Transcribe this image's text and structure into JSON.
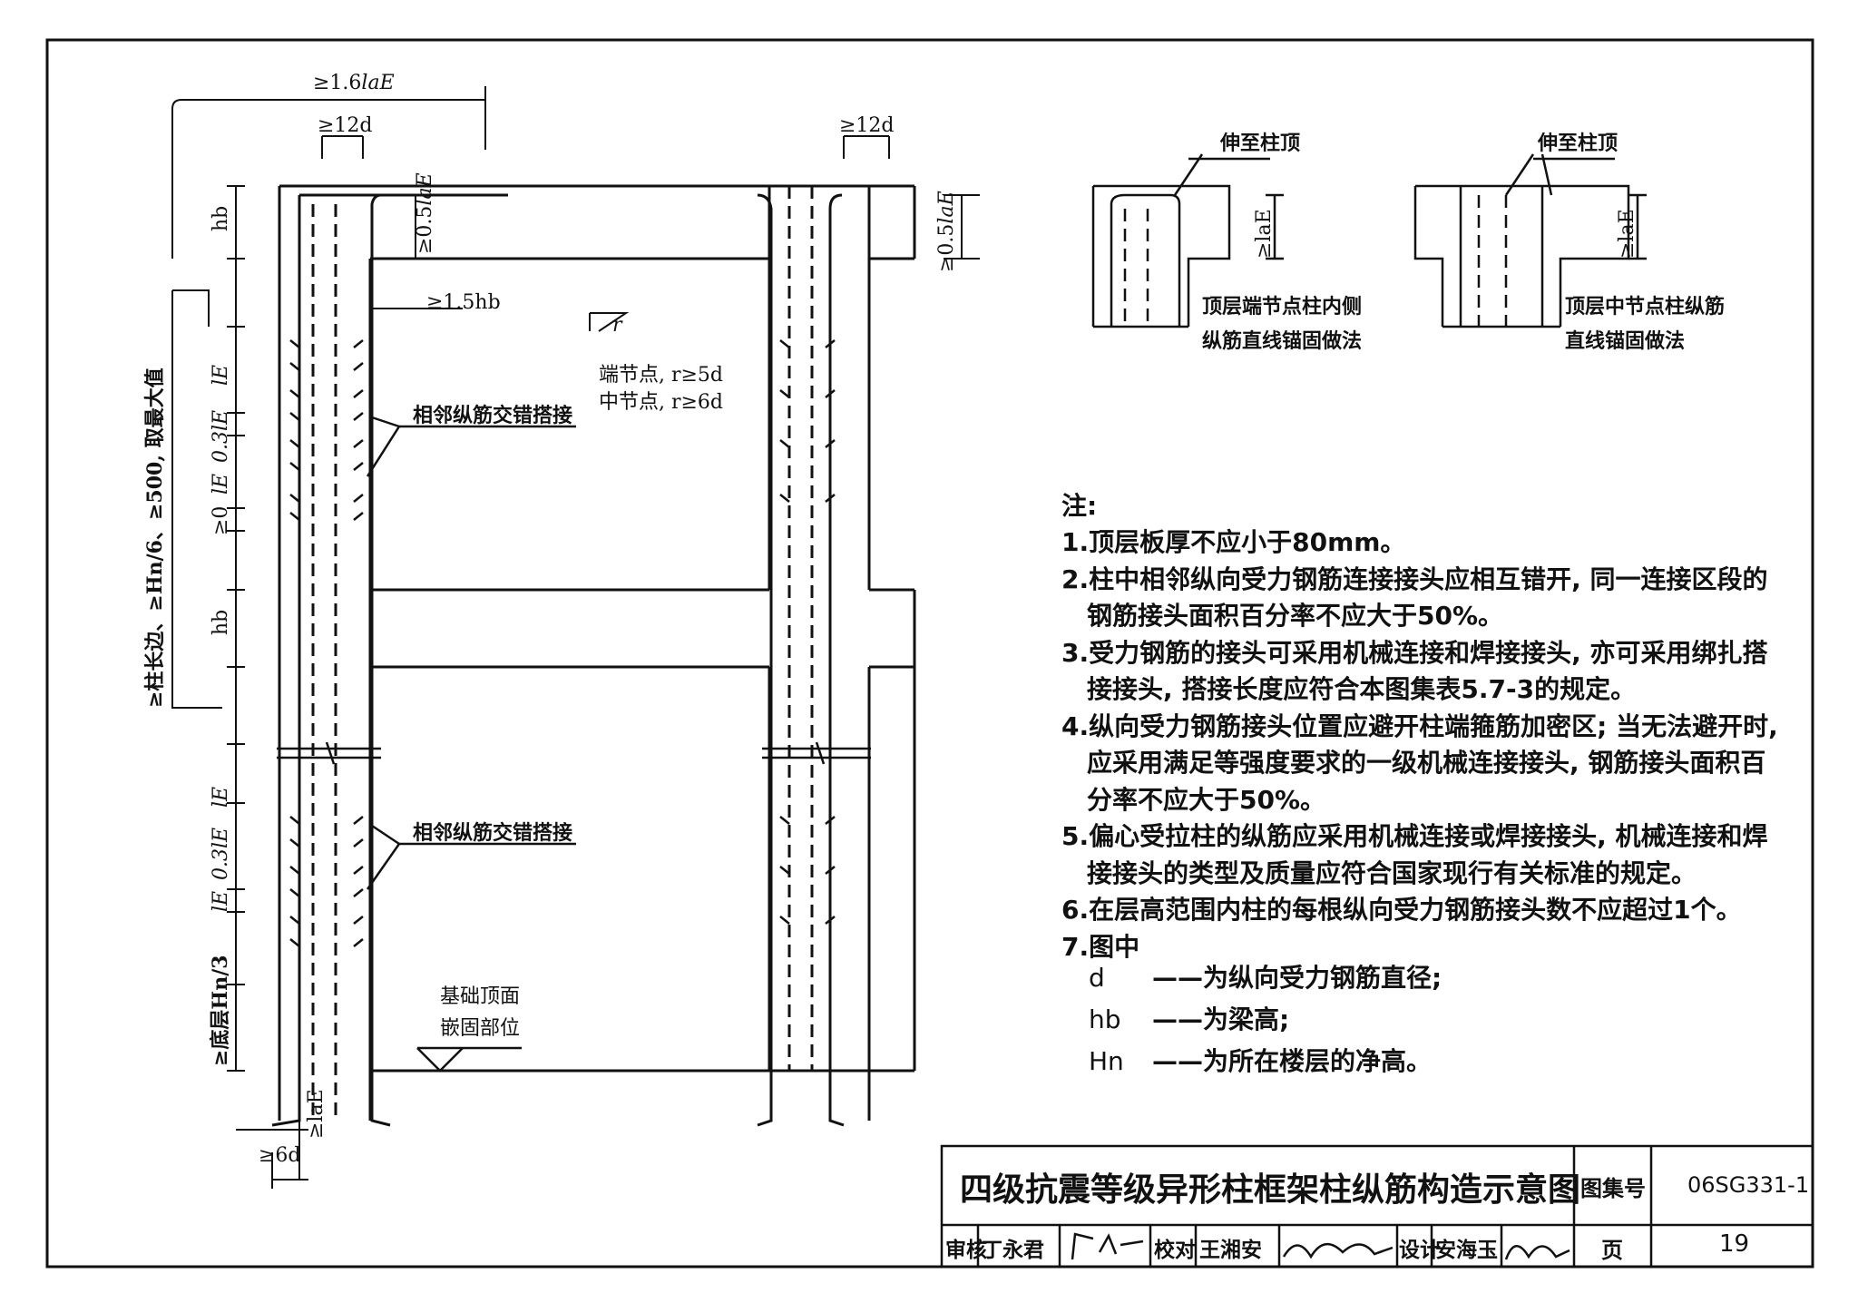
{
  "main_diagram": {
    "top_anchor": "≥1.6",
    "top_anchor_sub": "laE",
    "hook_left": "≥12d",
    "hook_right": "≥12d",
    "beam_height_top": "hb",
    "beam_height_mid": "hb",
    "anchor_half_left": "≥0.5",
    "anchor_half_right": "≥0.5",
    "anchor_sub": "laE",
    "bend_15hb": "≥1.5hb",
    "bend_r": "r",
    "end_node": "端节点, r≥5d",
    "mid_node": "中节点, r≥6d",
    "splice_label_upper": "相邻纵筋交错搭接",
    "splice_label_lower": "相邻纵筋交错搭接",
    "left_rule_upper": "≥柱长边、≥Hn/6、≥500, 取最大值",
    "left_rule_lower": "≥底层Hn/3",
    "lap_1": "lE",
    "lap_2": "0.3lE",
    "lap_3": "lE",
    "lap_4": "≥0",
    "foundation_line1": "基础顶面",
    "foundation_line2": "嵌固部位",
    "bottom_anchor": "≥laE",
    "bottom_hook": "≥6d"
  },
  "detail_left": {
    "top_label": "伸至柱顶",
    "side_label": "≥laE",
    "caption_line1": "顶层端节点柱内侧",
    "caption_line2": "纵筋直线锚固做法"
  },
  "detail_right": {
    "top_label": "伸至柱顶",
    "side_label": "≥laE",
    "caption_line1": "顶层中节点柱纵筋",
    "caption_line2": "直线锚固做法"
  },
  "notes": {
    "heading": "注:",
    "lines": [
      "1.顶层板厚不应小于80mm。",
      "2.柱中相邻纵向受力钢筋连接接头应相互错开, 同一连接区段的",
      "  钢筋接头面积百分率不应大于50%。",
      "3.受力钢筋的接头可采用机械连接和焊接接头, 亦可采用绑扎搭",
      "  接接头, 搭接长度应符合本图集表5.7-3的规定。",
      "4.纵向受力钢筋接头位置应避开柱端箍筋加密区; 当无法避开时,",
      "  应采用满足等强度要求的一级机械连接接头, 钢筋接头面积百",
      "  分率不应大于50%。",
      "5.偏心受拉柱的纵筋应采用机械连接或焊接接头, 机械连接和焊",
      "  接接头的类型及质量应符合国家现行有关标准的规定。",
      "6.在层高范围内柱的每根纵向受力钢筋接头数不应超过1个。",
      "7.图中"
    ],
    "defs": [
      {
        "sym": "d",
        "text": "——为纵向受力钢筋直径;"
      },
      {
        "sym": "hb",
        "text": "——为梁高;"
      },
      {
        "sym": "Hn",
        "text": "——为所在楼层的净高。"
      }
    ]
  },
  "title_block": {
    "title": "四级抗震等级异形柱框架柱纵筋构造示意图",
    "atlas_label": "图集号",
    "atlas_no": "06SG331-1",
    "review_label": "审核",
    "review_name": "丁永君",
    "check_label": "校对",
    "check_name": "王湘安",
    "design_label": "设计",
    "design_name": "安海玉",
    "page_label": "页",
    "page_no": "19"
  }
}
